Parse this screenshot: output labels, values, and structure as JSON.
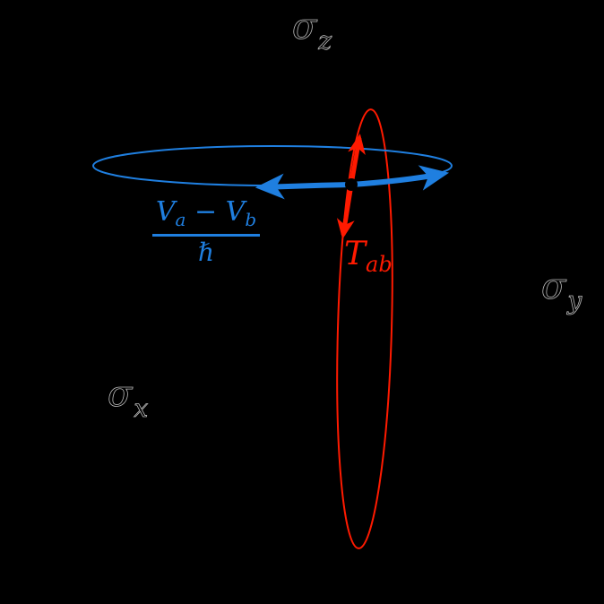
{
  "diagram": {
    "background": "#000000",
    "axes": {
      "z": {
        "symbol": "σ",
        "subscript": "z"
      },
      "y": {
        "symbol": "σ",
        "subscript": "y"
      },
      "x": {
        "symbol": "σ",
        "subscript": "x"
      }
    },
    "blue_rotation": {
      "color": "#1f7fe0",
      "label": {
        "numerator_v1": "V",
        "numerator_v1_sub": "a",
        "minus": " − ",
        "numerator_v2": "V",
        "numerator_v2_sub": "b",
        "denominator": "ℏ"
      }
    },
    "red_rotation": {
      "color": "#ff1a00",
      "label": {
        "symbol": "T",
        "subscript": "ab"
      }
    },
    "center_point_color": "#000000"
  }
}
